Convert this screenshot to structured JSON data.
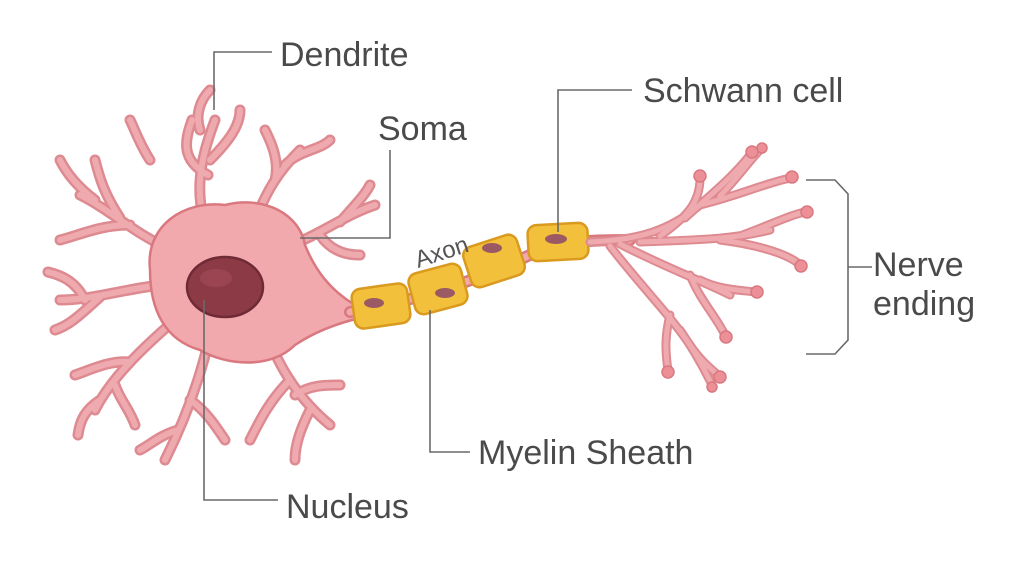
{
  "diagram": {
    "labels": {
      "dendrite": "Dendrite",
      "soma": "Soma",
      "axon": "Axon",
      "schwann_cell": "Schwann cell",
      "nerve_ending_line1": "Nerve",
      "nerve_ending_line2": "ending",
      "myelin_sheath": "Myelin Sheath",
      "nucleus": "Nucleus"
    },
    "colors": {
      "cell_body": "#f2a9ae",
      "cell_outline": "#d9787f",
      "nucleus": "#8c3a46",
      "myelin": "#f3c03c",
      "myelin_outline": "#d99a1f",
      "schwann_nucleus": "#9b5a63",
      "leader_line": "#6a6a6a",
      "text": "#4a4a4a"
    }
  }
}
